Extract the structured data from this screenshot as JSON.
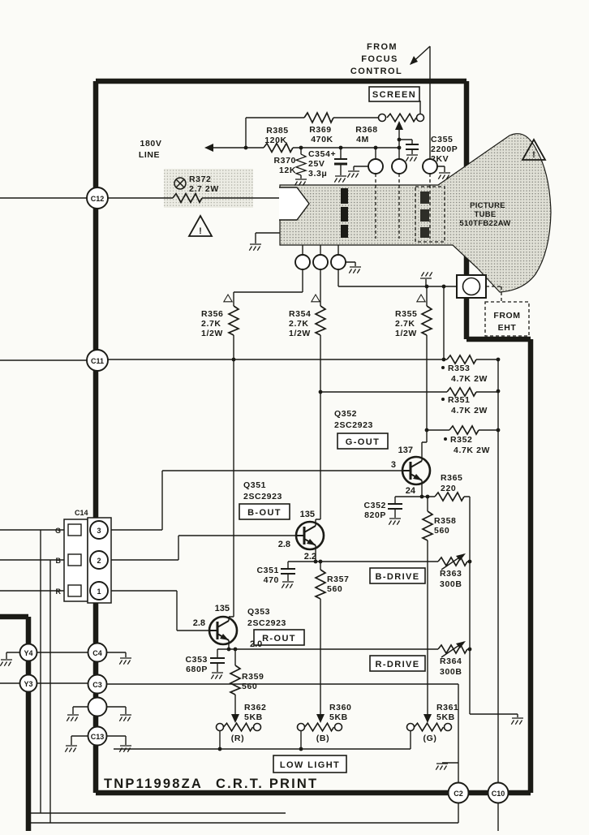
{
  "colors": {
    "line": "#1b1b16",
    "paper": "#fbfbf7",
    "tube_fill": "#e2e2da"
  },
  "top": {
    "focus": {
      "l1": "FROM",
      "l2": "FOCUS",
      "l3": "CONTROL"
    },
    "screen": "SCREEN",
    "line180": {
      "l1": "180V",
      "l2": "LINE"
    },
    "r385": {
      "ref": "R385",
      "val": "120K"
    },
    "r369": {
      "ref": "R369",
      "val": "470K"
    },
    "r368": {
      "ref": "R368",
      "val": "4M"
    },
    "r370": {
      "ref": "R370",
      "val": "12K"
    },
    "c354": {
      "ref": "C354+",
      "l2": "25V",
      "l3": "3.3μ"
    },
    "c355": {
      "ref": "C355",
      "l2": "2200P",
      "l3": "2KV"
    },
    "r372": {
      "ref": "R372",
      "val": "2.7 2W"
    }
  },
  "tube": {
    "l1": "PICTURE",
    "l2": "TUBE",
    "l3": "510TFB22AW"
  },
  "eht": {
    "l1": "FROM",
    "l2": "EHT"
  },
  "warn": "!",
  "res": {
    "r356": {
      "ref": "R356",
      "v1": "2.7K",
      "v2": "1/2W"
    },
    "r354": {
      "ref": "R354",
      "v1": "2.7K",
      "v2": "1/2W"
    },
    "r355": {
      "ref": "R355",
      "v1": "2.7K",
      "v2": "1/2W"
    },
    "r353": {
      "ref": "R353",
      "val": "4.7K 2W"
    },
    "r351": {
      "ref": "R351",
      "val": "4.7K 2W"
    },
    "r352": {
      "ref": "R352",
      "val": "4.7K 2W"
    },
    "r365": {
      "ref": "R365",
      "val": "220"
    },
    "r358": {
      "ref": "R358",
      "val": "560"
    },
    "r357": {
      "ref": "R357",
      "val": "560"
    },
    "r359": {
      "ref": "R359",
      "val": "560"
    },
    "r363": {
      "ref": "R363",
      "val": "300B"
    },
    "r364": {
      "ref": "R364",
      "val": "300B"
    }
  },
  "caps": {
    "c351": {
      "ref": "C351",
      "val": "470"
    },
    "c352": {
      "ref": "C352",
      "val": "820P"
    },
    "c353": {
      "ref": "C353",
      "val": "680P"
    }
  },
  "tr": {
    "q352": {
      "ref": "Q352",
      "part": "2SC2923",
      "tag": "G-OUT",
      "vc": "137",
      "vb": "3",
      "ve": "24"
    },
    "q351": {
      "ref": "Q351",
      "part": "2SC2923",
      "tag": "B-OUT",
      "vc": "135",
      "vb": "2.8",
      "ve": "2.2"
    },
    "q353": {
      "ref": "Q353",
      "part": "2SC2923",
      "tag": "R-OUT",
      "vc": "135",
      "vb": "2.8",
      "ve": "2.0"
    }
  },
  "drives": {
    "b": "B-DRIVE",
    "r": "R-DRIVE"
  },
  "pots": {
    "r362": {
      "ref": "R362",
      "val": "5KB",
      "tag": "(R)"
    },
    "r360": {
      "ref": "R360",
      "val": "5KB",
      "tag": "(B)"
    },
    "r361": {
      "ref": "R361",
      "val": "5KB",
      "tag": "(G)"
    }
  },
  "bottom": {
    "low_light": "LOW LIGHT",
    "board": "TNP11998ZA",
    "print": "C.R.T. PRINT"
  },
  "conn": {
    "c12": "C12",
    "c11": "C11",
    "c14": "C14",
    "pins": [
      "3",
      "2",
      "1"
    ],
    "wires": [
      "G",
      "B",
      "R"
    ],
    "y4": "Y4",
    "y3": "Y3",
    "c4": "C4",
    "c3": "C3",
    "c13": "C13",
    "c2": "C2",
    "c10": "C10"
  }
}
